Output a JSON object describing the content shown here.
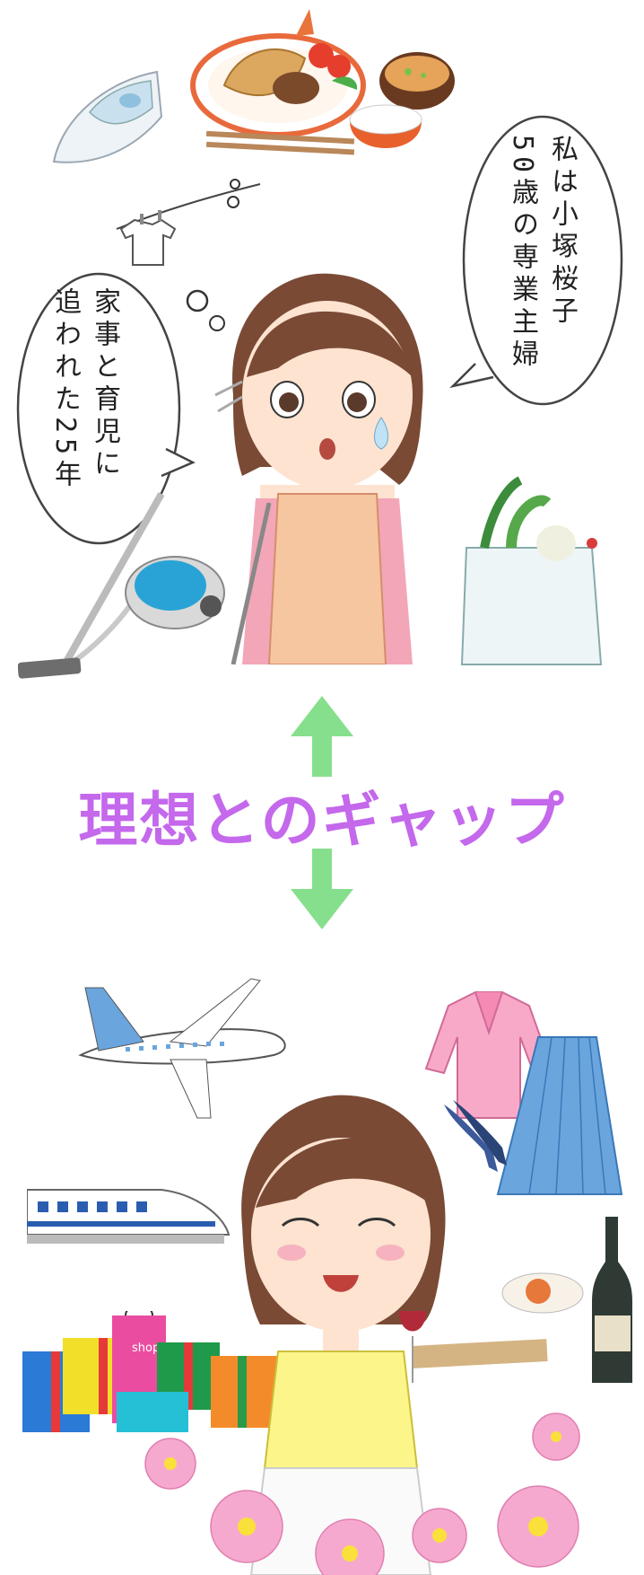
{
  "bubbles": {
    "intro_line1": "私は小塚桜子",
    "intro_line2": "50歳の専業主婦",
    "chores_line1": "家事と育児に",
    "chores_line2": "追われた25年"
  },
  "title": {
    "text": "理想とのギャップ"
  },
  "gift": {
    "shop_label": "shop"
  },
  "colors": {
    "title": "#c468ec",
    "arrow": "#86df8c",
    "hair": "#7a4a35",
    "apron": "#f6c6a0",
    "skin": "#fde3d0",
    "sweater": "#fbf58a",
    "blouse": "#f9a9c8",
    "skirt": "#6aa5de",
    "flower": "#f6a9cf"
  },
  "icons": [
    "iron-icon",
    "meal-tray-icon",
    "laundry-line-icon",
    "vacuum-cleaner-icon",
    "grocery-bag-icon",
    "airplane-icon",
    "bullet-train-icon",
    "gift-boxes-icon",
    "blouse-icon",
    "skirt-icon",
    "heels-icon",
    "wine-bottle-icon",
    "cosmos-flower-icon"
  ]
}
